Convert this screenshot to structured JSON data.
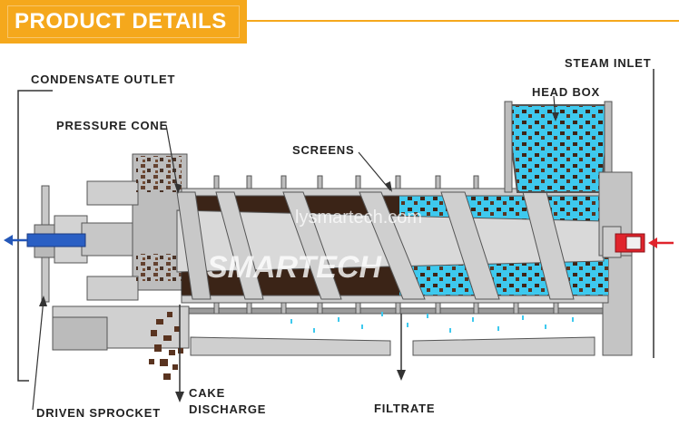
{
  "header": {
    "title": "PRODUCT DETAILS"
  },
  "labels": {
    "condensate_outlet": "CONDENSATE OUTLET",
    "pressure_cone": "PRESSURE CONE",
    "screens": "SCREENS",
    "steam_inlet": "STEAM INLET",
    "head_box": "HEAD BOX",
    "driven_sprocket": "DRIVEN SPROCKET",
    "cake_discharge_line1": "CAKE",
    "cake_discharge_line2": "DISCHARGE",
    "filtrate": "FILTRATE"
  },
  "watermark": {
    "url": "lysmartech.com",
    "brand": "SMARTECH"
  },
  "colors": {
    "banner": "#f5a81c",
    "machine_gray": "#b7b7b7",
    "machine_light": "#d6d6d6",
    "water": "#3ec9ee",
    "cake": "#5a3420",
    "inlet_arrow": "#e0242c",
    "outlet_arrow": "#2457b8"
  }
}
